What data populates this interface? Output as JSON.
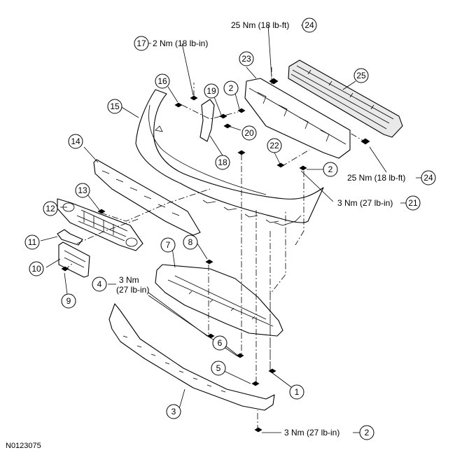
{
  "figure_id": "N0123075",
  "callouts": {
    "c1": "1",
    "c2a": "2",
    "c2b": "2",
    "c2c": "2",
    "c3": "3",
    "c4": "4",
    "c5": "5",
    "c6": "6",
    "c7": "7",
    "c8": "8",
    "c9": "9",
    "c10": "10",
    "c11": "11",
    "c12": "12",
    "c13": "13",
    "c14": "14",
    "c15": "15",
    "c16": "16",
    "c17": "17",
    "c18": "18",
    "c19": "19",
    "c20": "20",
    "c21": "21",
    "c22": "22",
    "c23": "23",
    "c24a": "24",
    "c24b": "24",
    "c25": "25"
  },
  "torque_specs": {
    "top_right": "25 Nm (18 lb-ft)",
    "top_left": "2 Nm (18 lb-in)",
    "right_middle": "25 Nm (18 lb-ft)",
    "center_right": "3 Nm (27 lb-in)",
    "left_line1": "3 Nm",
    "left_line2": "(27 lb-in)",
    "bottom": "3 Nm (27 lb-in)"
  },
  "icons": [
    "bolt-icon",
    "push-pin-icon",
    "clip-icon",
    "nut-icon"
  ]
}
